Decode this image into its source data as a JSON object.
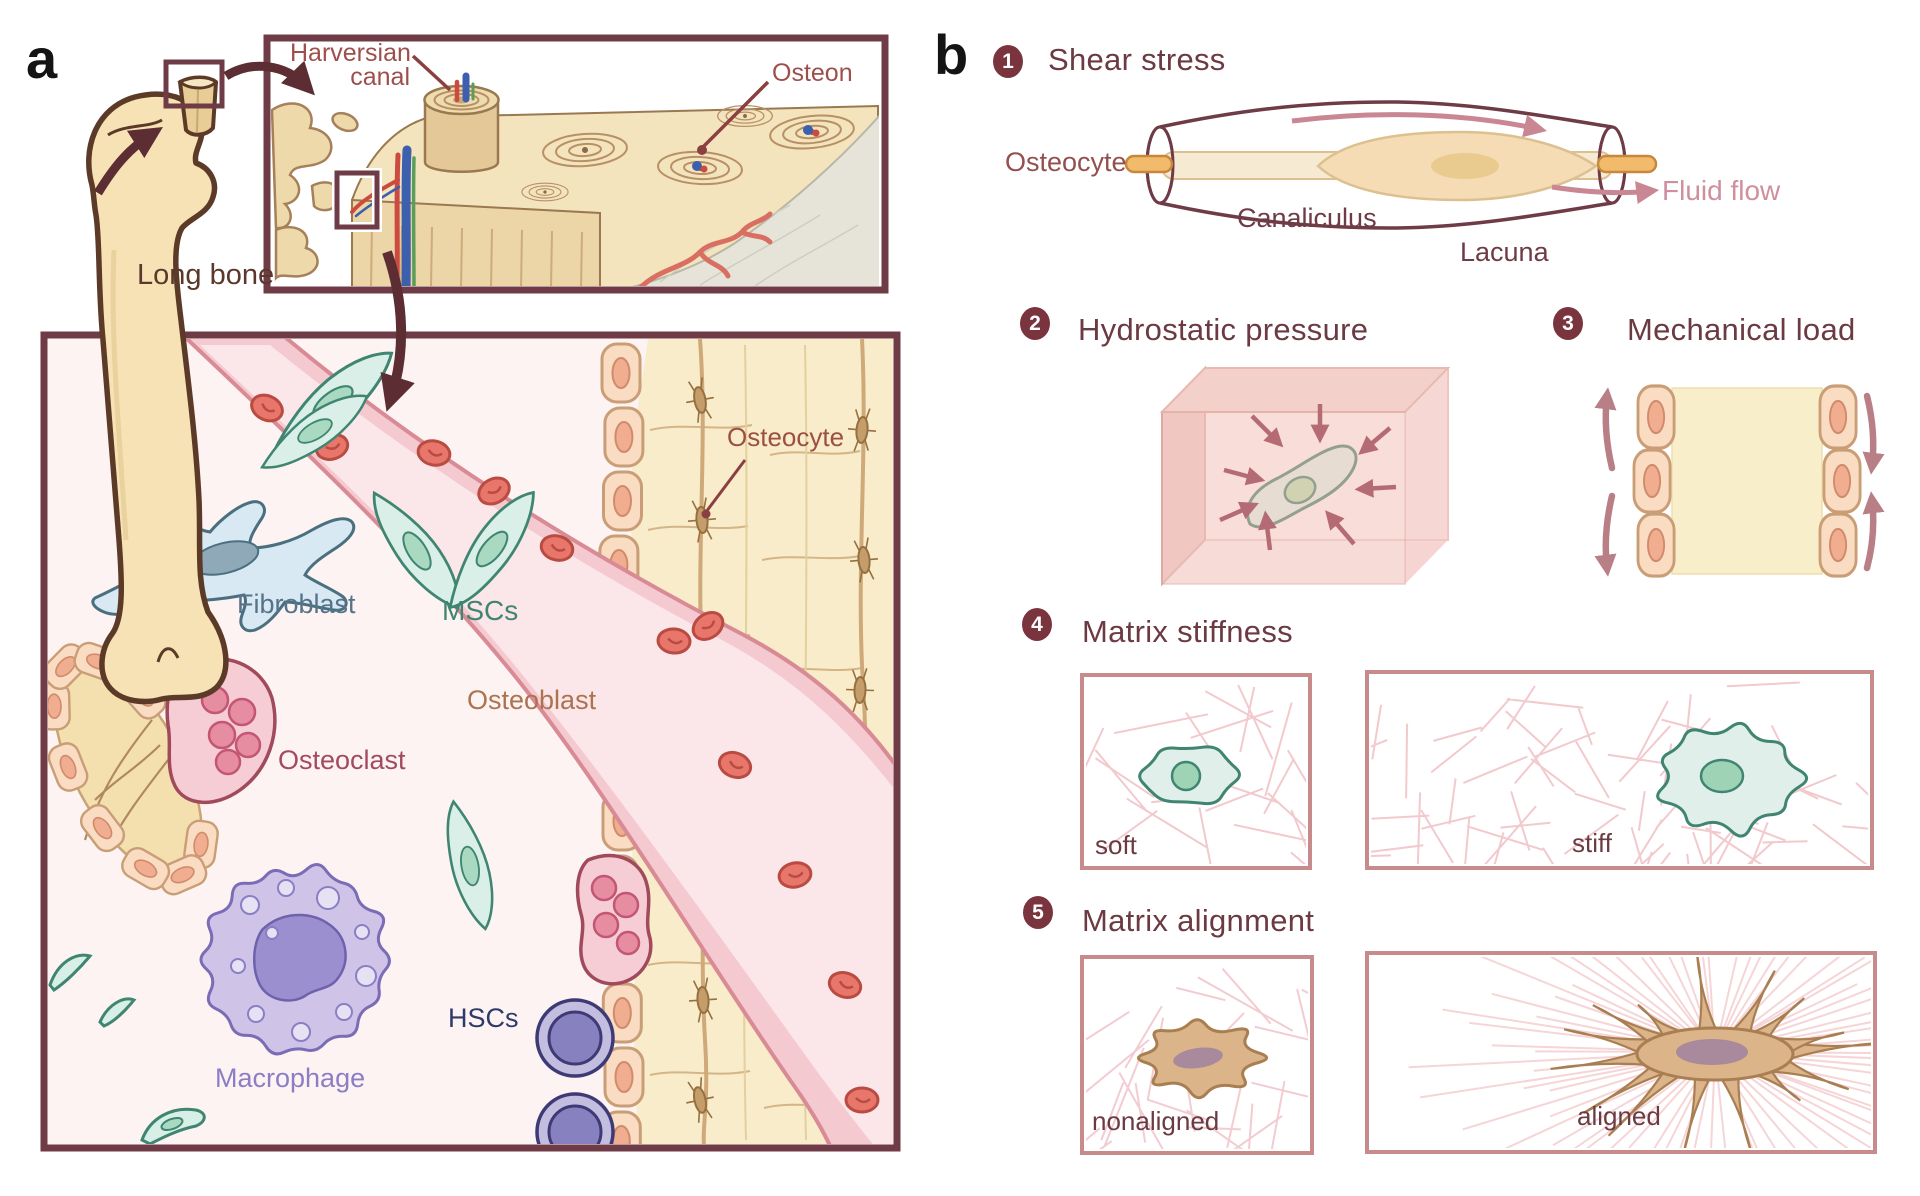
{
  "panel_a": {
    "label": "a",
    "long_bone": "Long bone",
    "inset": {
      "harversian_line1": "Harversian",
      "harversian_line2": "canal",
      "osteon": "Osteon"
    },
    "cells": {
      "fibroblast": "Fibroblast",
      "mscs": "MSCs",
      "osteocyte": "Osteocyte",
      "osteoblast": "Osteoblast",
      "osteoclast": "Osteoclast",
      "macrophage": "Macrophage",
      "hscs": "HSCs"
    }
  },
  "panel_b": {
    "label": "b",
    "sections": [
      {
        "number": "1",
        "title": "Shear stress"
      },
      {
        "number": "2",
        "title": "Hydrostatic pressure"
      },
      {
        "number": "3",
        "title": "Mechanical load"
      },
      {
        "number": "4",
        "title": "Matrix stiffness"
      },
      {
        "number": "5",
        "title": "Matrix alignment"
      }
    ],
    "shear": {
      "osteocyte": "Osteocyte",
      "canaliculus": "Canaliculus",
      "lacuna": "Lacuna",
      "fluid_flow": "Fluid flow"
    },
    "stiffness": {
      "soft": "soft",
      "stiff": "stiff"
    },
    "alignment": {
      "nonaligned": "nonaligned",
      "aligned": "aligned"
    }
  },
  "colors": {
    "box_border": "#6e3b46",
    "number_circle": "#7a343e",
    "inset_label_red": "#9d4f4b",
    "fluid_flow_pink": "#cf8f9f",
    "bone_tan": "#f7e2b6",
    "vessel_pink": "#f5c9d0"
  }
}
